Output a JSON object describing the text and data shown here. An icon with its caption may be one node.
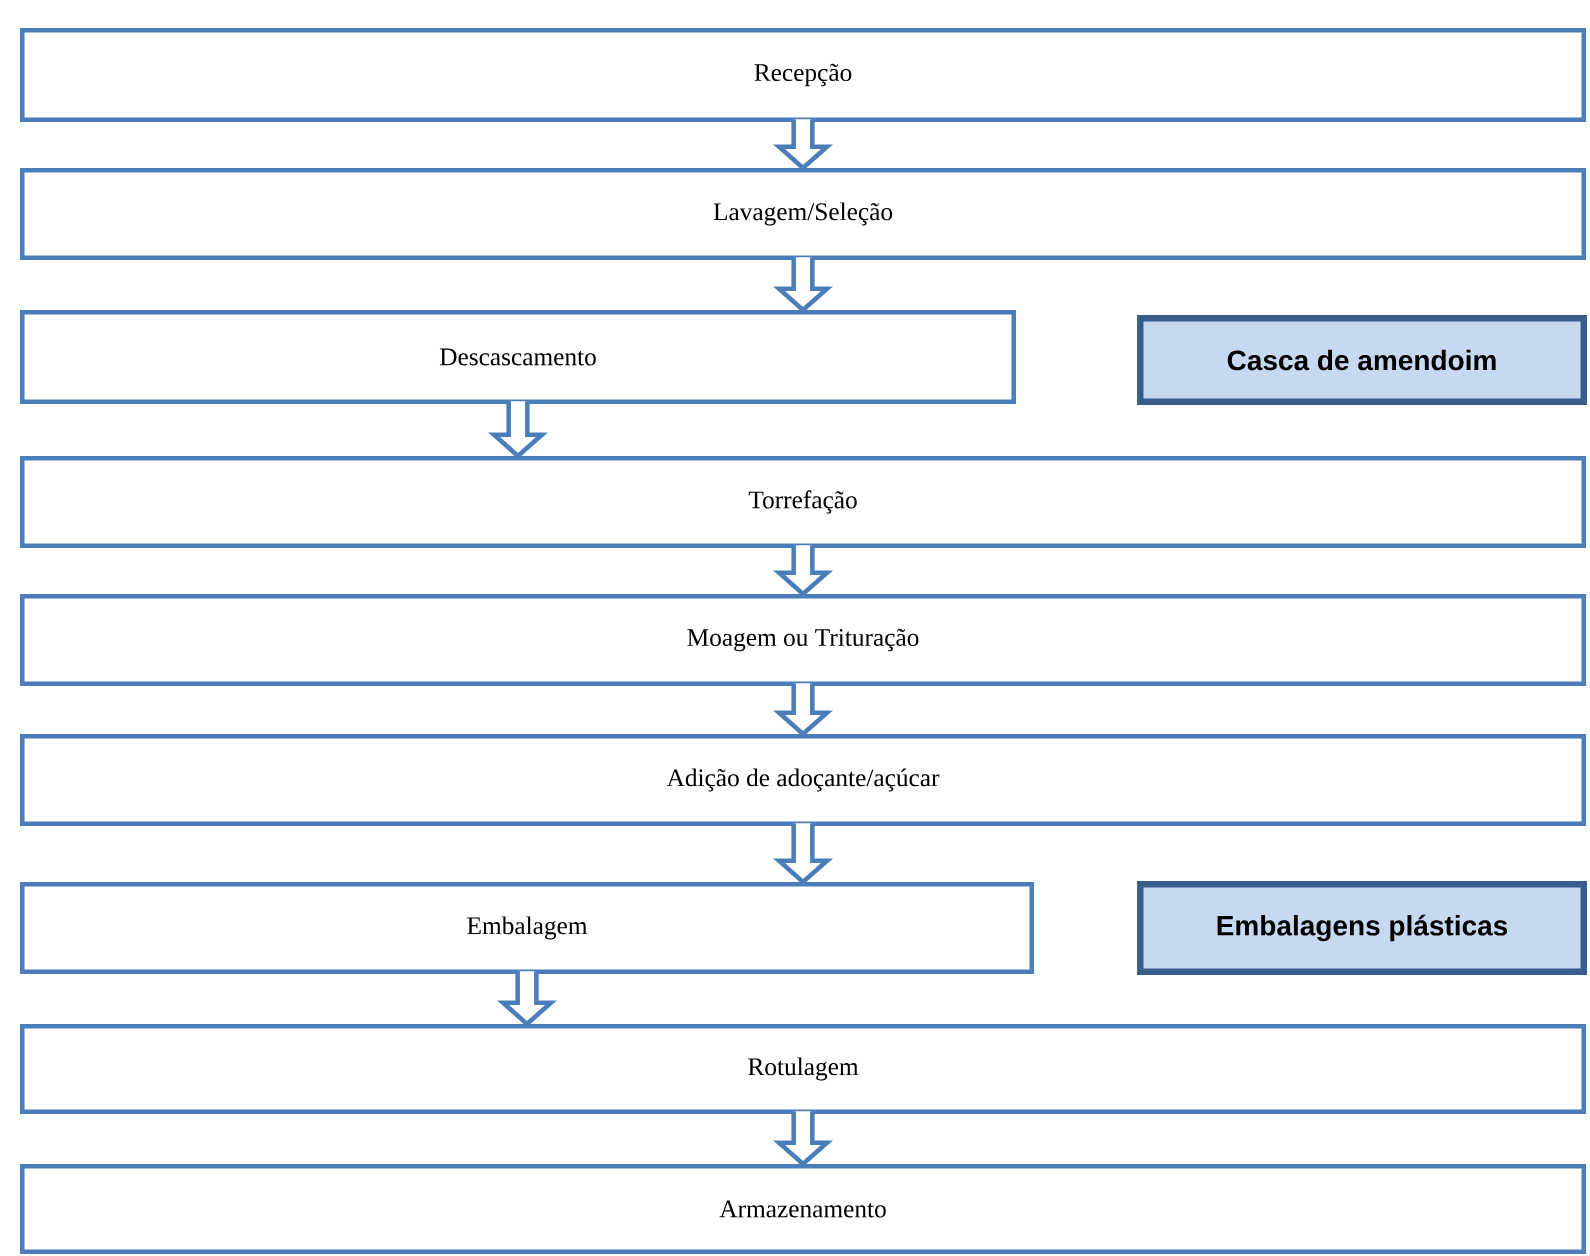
{
  "diagram": {
    "nodes": [
      {
        "text": [
          "Recepção"
        ]
      },
      {
        "text": [
          "Lavagem/Seleção"
        ]
      },
      {
        "text": [
          "Descascamento"
        ]
      },
      {
        "text": [
          "Casca de amendoim"
        ]
      },
      {
        "text": [
          "Torrefação"
        ]
      },
      {
        "text": [
          "Moagem ou Trituração"
        ]
      },
      {
        "text": [
          "Adição de adoçante/açúcar"
        ]
      },
      {
        "text": [
          "Embalagem"
        ]
      },
      {
        "text": [
          "Embalagens plásticas"
        ]
      },
      {
        "text": [
          "Rotulagem"
        ]
      },
      {
        "text": [
          "Armazenamento"
        ]
      }
    ],
    "edges": [
      {
        "from": 0,
        "to": 1,
        "arrow": "to"
      },
      {
        "from": 1,
        "to": 2,
        "arrow": "to"
      },
      {
        "from": 2,
        "to": 4,
        "arrow": "to"
      },
      {
        "from": 4,
        "to": 5,
        "arrow": "to"
      },
      {
        "from": 5,
        "to": 6,
        "arrow": "to"
      },
      {
        "from": 6,
        "to": 7,
        "arrow": "to"
      },
      {
        "from": 7,
        "to": 9,
        "arrow": "to"
      },
      {
        "from": 9,
        "to": 10,
        "arrow": "to"
      }
    ]
  }
}
